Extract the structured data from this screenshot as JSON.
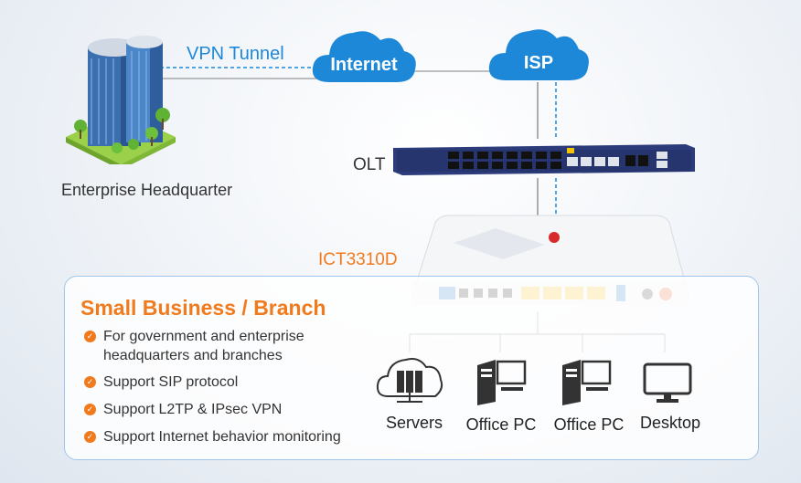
{
  "clouds": {
    "internet": "Internet",
    "isp": "ISP"
  },
  "links": {
    "vpn_tunnel": "VPN Tunnel"
  },
  "headquarter": {
    "label": "Enterprise Headquarter"
  },
  "olt": {
    "label": "OLT"
  },
  "ont": {
    "model": "ICT3310D"
  },
  "branch": {
    "title": "Small Business / Branch",
    "features": [
      "For government and enterprise headquarters and branches",
      "Support SIP protocol",
      "Support L2TP & IPsec VPN",
      "Support Internet behavior monitoring"
    ]
  },
  "devices": [
    {
      "label": "Servers",
      "icon": "server-cloud-icon"
    },
    {
      "label": "Office PC",
      "icon": "office-pc-icon"
    },
    {
      "label": "Office PC",
      "icon": "office-pc-icon"
    },
    {
      "label": "Desktop",
      "icon": "desktop-icon"
    }
  ],
  "colors": {
    "accent": "#f07a1c",
    "cloud": "#1e88d8",
    "panel_border": "#9fc6ea"
  }
}
